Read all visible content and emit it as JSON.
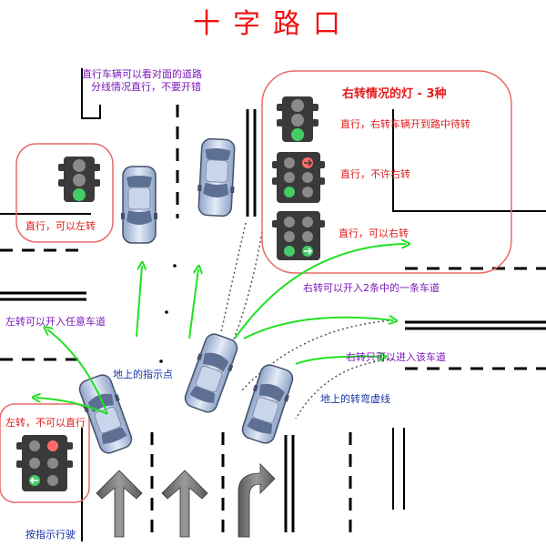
{
  "title": "十字路口",
  "notes": {
    "top_line1": "直行车辆可以看对面的道路",
    "top_line2": "分线情况直行，不要开错",
    "left_straight_left": "直行，可以左转",
    "left_turn_any": "左转可以开入任意车道",
    "ground_marker": "地上的指示点",
    "left_no_straight": "左转，不可以直行",
    "follow_arrows": "按指示行驶",
    "right_panel_title": "右转情况的灯 - 3种",
    "right_wait": "直行，右转车辆开到路中待转",
    "right_no_right": "直行，不许右转",
    "right_can_right": "直行，可以右转",
    "right_two_lanes": "右转可以开入2条中的一条车道",
    "right_only_lane": "右转只可以进入该车道",
    "turn_dotted_line": "地上的转弯虚线"
  },
  "colors": {
    "title": "#e11111",
    "note_purple": "#7a18b8",
    "note_red": "#e21b1b",
    "note_blue": "#1832a8",
    "panel_border": "#e86a6a",
    "arrow_green": "#22e022",
    "light_green": "#44cc66",
    "light_red": "#ff6b6b",
    "light_off": "#8a8a8a",
    "light_body": "#3a3a3a",
    "car_body": "#b9c7e0"
  },
  "icons": [
    "traffic-light-icon",
    "car-icon",
    "road-arrow-icon",
    "left-turn-arrow-icon",
    "right-turn-arrow-icon",
    "straight-arrow-icon"
  ]
}
